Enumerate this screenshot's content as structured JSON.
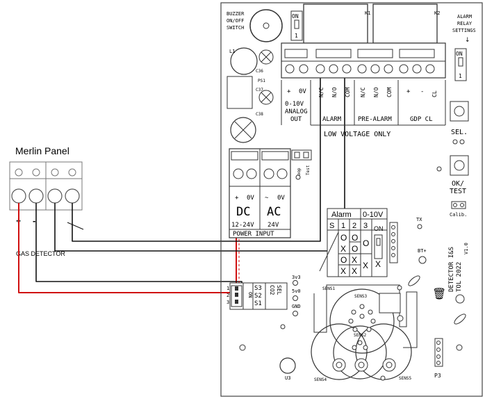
{
  "panel": {
    "title": "Merlin Panel",
    "plus": "+",
    "minus": "-",
    "gas_detector": "GAS DETECTOR"
  },
  "board": {
    "buzzer_switch": [
      "BUZZER",
      "ON/OFF",
      "SWITCH"
    ],
    "on_switch_label": "ON",
    "on_switch_num": "1",
    "k1": "K1",
    "k2": "K2",
    "alarm_relay_settings": [
      "ALARM",
      "RELAY",
      "SETTINGS"
    ],
    "l1": "L1",
    "c36": "C36",
    "ps1": "PS1",
    "c37": "C37",
    "c38": "C38",
    "analog_terms": [
      "+",
      "0V"
    ],
    "analog_out": [
      "0-10V",
      "ANALOG",
      "OUT"
    ],
    "alarm_terms": [
      "N/C",
      "N/O",
      "COM"
    ],
    "alarm_label": "ALARM",
    "prealarm_terms": [
      "N/C",
      "N/O",
      "COM"
    ],
    "prealarm_label": "PRE-ALARM",
    "gdp_terms": [
      "+",
      "-",
      "CL"
    ],
    "gdp_label": "GDP CL",
    "low_voltage": "LOW VOLTAGE ONLY",
    "sel": "SEL.",
    "ok_test": [
      "OK/",
      "TEST"
    ],
    "calib": "Calib.",
    "loop": "Loop",
    "test": "Test",
    "dc_terms": [
      "+",
      "0V"
    ],
    "dc": "DC",
    "ac_terms": [
      "~",
      "0V"
    ],
    "ac": "AC",
    "v1224": "12-24V",
    "v24": "24V",
    "power_input": "POWER INPUT",
    "table_headers": [
      "Alarm",
      "0-10V"
    ],
    "table_cols": [
      "S",
      "1",
      "2",
      "3"
    ],
    "table_on": "ON",
    "table_rows": [
      [
        "O",
        "O",
        "",
        ""
      ],
      [
        "X",
        "O",
        "O",
        ""
      ],
      [
        "O",
        "X",
        "",
        "X"
      ],
      [
        "X",
        "X",
        "",
        ""
      ]
    ],
    "tx": "TX",
    "bt": "BT+",
    "detector_text": [
      "DETECTOR I&S",
      "TOL 2022",
      "V1.0"
    ],
    "sens1": "SENS1",
    "sens3": "SENS3",
    "sens2": "SENS2",
    "sens4": "SENS4",
    "sens5": "SENS5",
    "u3": "U3",
    "p3": "P3",
    "s_labels": [
      "S3",
      "S2",
      "S1"
    ],
    "s_nums": [
      "1",
      "2",
      "3"
    ],
    "s_on": "ON",
    "co2": "CO2",
    "sel_v": "SEL",
    "v3v3": "3v3",
    "v5v0": "5v0",
    "gnd": "GND"
  }
}
